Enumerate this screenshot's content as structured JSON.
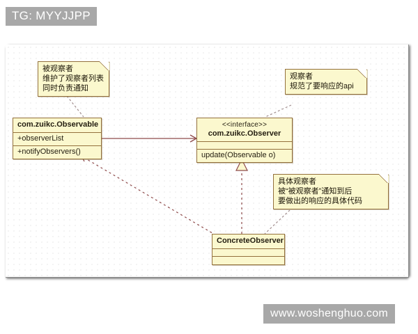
{
  "watermarks": {
    "top_left": "TG: MYYJJPP",
    "bottom_right": "www.woshenghuo.com"
  },
  "diagram": {
    "type": "uml-class-diagram",
    "pattern": "Observer",
    "colors": {
      "box_fill": "#fbf8ce",
      "box_border": "#93703c",
      "connector": "#8e4a4a",
      "canvas_bg": "#ffffff",
      "grid_dot": "#d8d8d8",
      "watermark_bg": "#a8a8a8",
      "watermark_text": "#ffffff"
    },
    "classes": [
      {
        "id": "observable",
        "name": "com.zuikc.Observable",
        "stereotype": "",
        "attributes": [
          "+observerList"
        ],
        "operations": [
          "+notifyObservers()"
        ]
      },
      {
        "id": "observer",
        "name": "com.zuikc.Observer",
        "stereotype": "<<interface>>",
        "attributes": [
          ""
        ],
        "operations": [
          "update(Observable o)"
        ]
      },
      {
        "id": "concrete_observer",
        "name": "ConcreteObserver",
        "stereotype": "",
        "attributes": [
          ""
        ],
        "operations": [
          ""
        ]
      }
    ],
    "notes": [
      {
        "id": "note-observable",
        "lines": [
          "被观察者",
          "维护了观察者列表",
          "同时负责通知"
        ],
        "attached_to": "com.zuikc.Observable"
      },
      {
        "id": "note-observer",
        "lines": [
          "观察者",
          "规范了要响应的api"
        ],
        "attached_to": "com.zuikc.Observer"
      },
      {
        "id": "note-concrete-observer",
        "lines": [
          "具体观察者",
          "被“被观察者”通知到后",
          "要做出的响应的具体代码"
        ],
        "attached_to": "ConcreteObserver"
      }
    ],
    "relationships": [
      {
        "id": "rel-association",
        "kind": "association",
        "style": "solid",
        "arrow": "open",
        "from": "com.zuikc.Observable",
        "to": "com.zuikc.Observer"
      },
      {
        "id": "rel-realization",
        "kind": "realization",
        "style": "dashed",
        "arrow": "hollow-triangle",
        "from": "ConcreteObserver",
        "to": "com.zuikc.Observer"
      },
      {
        "id": "rel-dependency",
        "kind": "dependency",
        "style": "dashed",
        "arrow": "open",
        "from": "ConcreteObserver",
        "to": "com.zuikc.Observable"
      }
    ]
  }
}
